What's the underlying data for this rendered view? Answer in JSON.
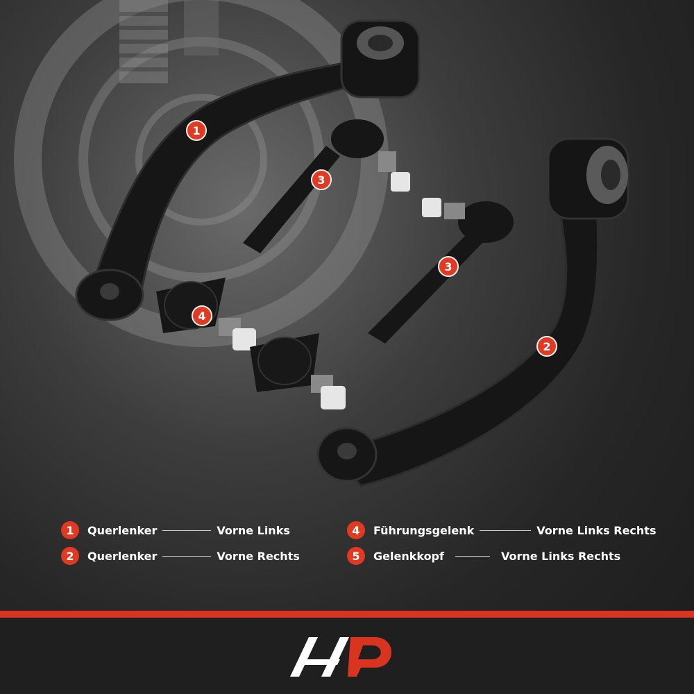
{
  "callouts": [
    {
      "num": "1"
    },
    {
      "num": "2"
    },
    {
      "num": "3"
    },
    {
      "num": "3"
    },
    {
      "num": "4"
    }
  ],
  "legend": [
    {
      "num": "1",
      "name": "Querlenker",
      "position": "Vorne Links"
    },
    {
      "num": "2",
      "name": "Querlenker",
      "position": "Vorne Rechts"
    },
    {
      "num": "4",
      "name": "Führungsgelenk",
      "position": "Vorne Links Rechts"
    },
    {
      "num": "5",
      "name": "Gelenkkopf",
      "position": "Vorne Links Rechts"
    }
  ],
  "colors": {
    "accent": "#d8341f",
    "badge": "#e03a22",
    "part": "#151515",
    "background": "#2e2e2e"
  }
}
